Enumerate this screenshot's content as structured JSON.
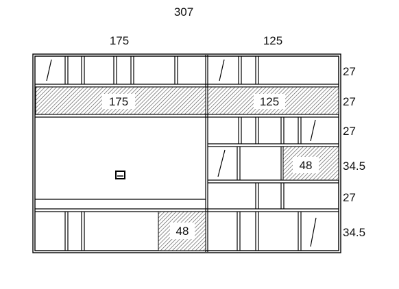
{
  "dimensions": {
    "overall_width": "307",
    "left_width": "175",
    "right_width": "125",
    "row_heights": [
      "27",
      "27",
      "27",
      "34.5",
      "27",
      "34.5"
    ]
  },
  "panels": {
    "left_band": "175",
    "right_band": "125",
    "right_box": "48",
    "bottom_box": "48"
  }
}
